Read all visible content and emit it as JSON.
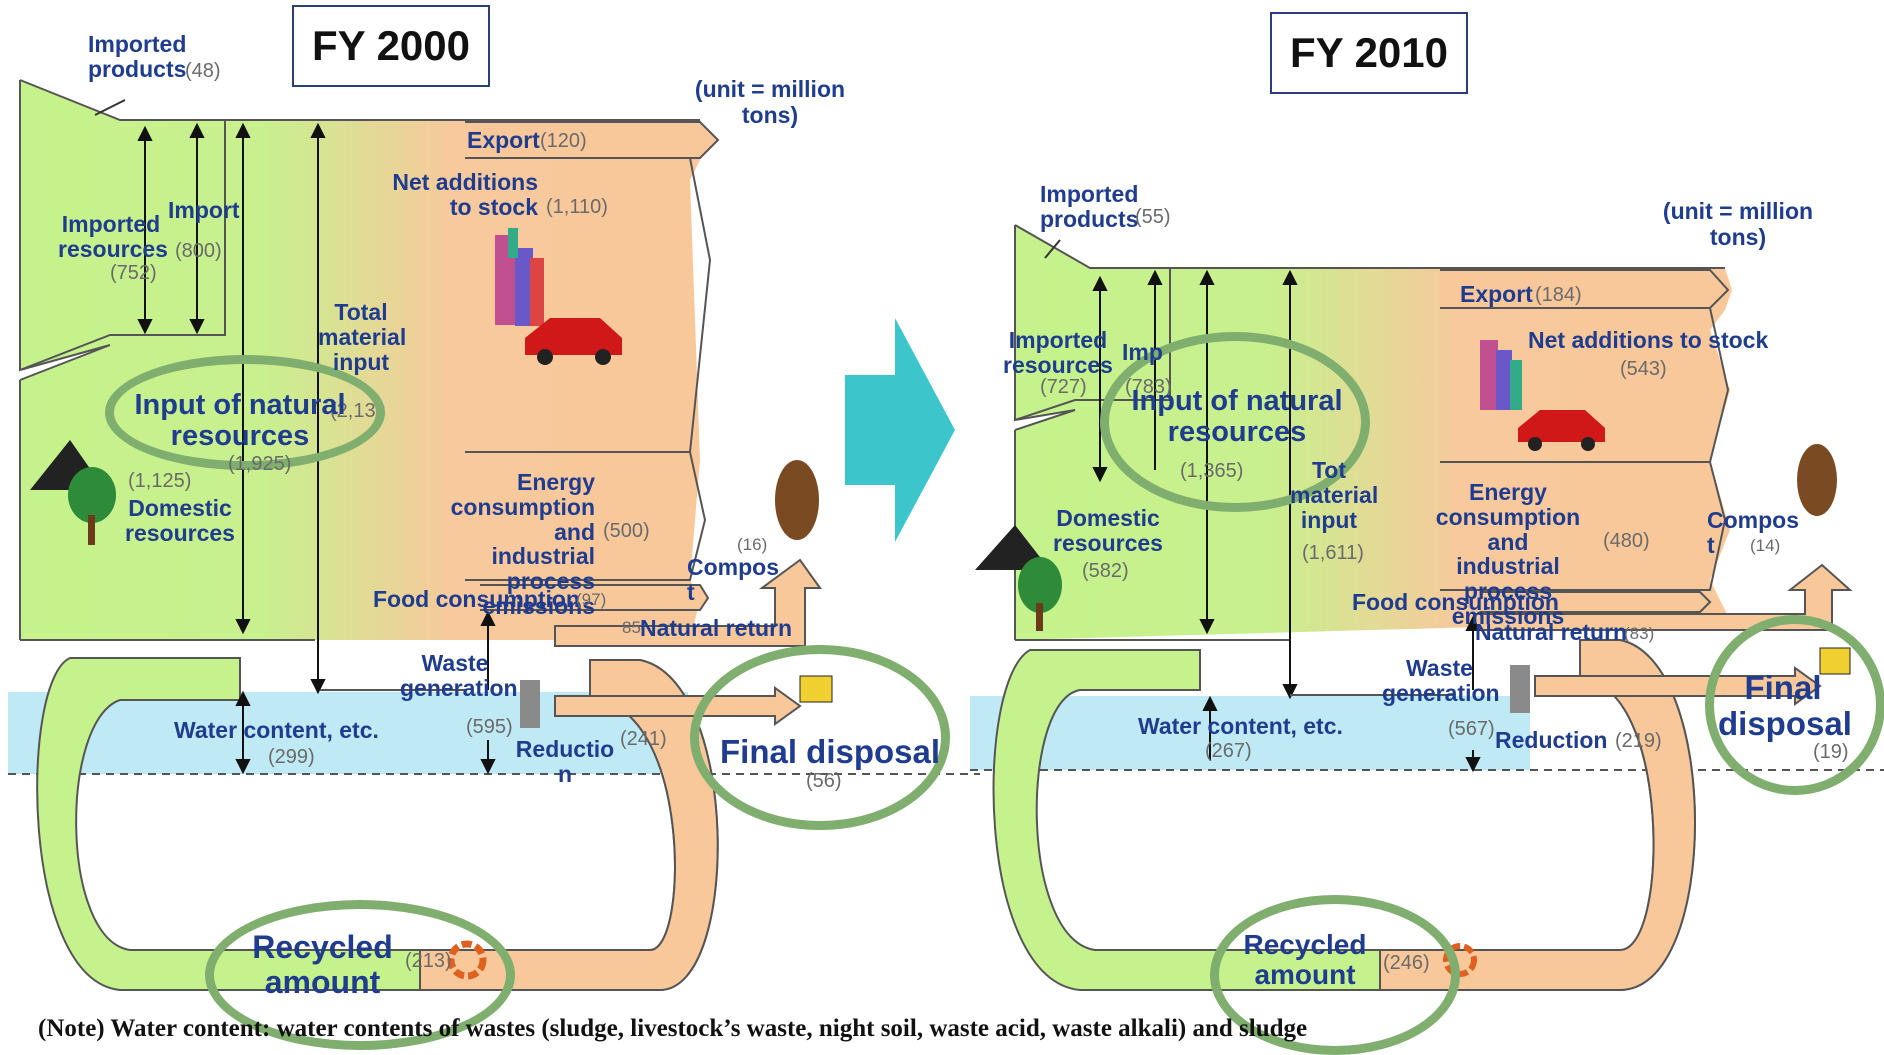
{
  "fy2000": {
    "title": "FY 2000",
    "unit": "(unit = million\ntons)",
    "imported_products": "Imported\nproducts",
    "imported_products_val": "(48)",
    "imported_resources": "Imported\nresources",
    "imported_resources_val": "(752)",
    "import": "Import",
    "import_val": "(800)",
    "total_material_input": "Total\nmaterial\ninput",
    "total_material_input_val": "(2,13",
    "input_natural": "Input of natural\nresources",
    "input_natural_val": "(1,925)",
    "domestic_val": "(1,125)",
    "domestic": "Domestic\nresources",
    "export": "Export",
    "export_val": "(120)",
    "net_additions": "Net additions\nto stock",
    "net_additions_val": "(1,110)",
    "energy": "Energy\nconsumption and\nindustrial process\nemissions",
    "energy_val": "(500)",
    "food": "Food consumption",
    "food_val": "(97)",
    "compost": "Compos\nt",
    "compost_val": "(16)",
    "natural_return_val": "85",
    "natural_return": "Natural return",
    "waste_generation": "Waste\ngeneration",
    "waste_generation_val": "(595)",
    "water_content": "Water content, etc.",
    "water_content_val": "(299)",
    "reduction": "Reductio\nn",
    "reduction_val": "(241)",
    "final_disposal": "Final disposal",
    "final_disposal_val": "(56)",
    "recycled": "Recycled\namount",
    "recycled_val": "(213)"
  },
  "fy2010": {
    "title": "FY 2010",
    "unit": "(unit = million\ntons)",
    "imported_products": "Imported\nproducts",
    "imported_products_val": "(55)",
    "imported_resources": "Imported\nresources",
    "imported_resources_val": "(727)",
    "import": "Imp",
    "import_val": "(783)",
    "input_natural": "Input of natural\nresources",
    "input_natural_val": "(1,365)",
    "total_material_input": "Tot\nmaterial\ninput",
    "total_material_input_val": "(1,611)",
    "domestic": "Domestic\nresources",
    "domestic_val": "(582)",
    "export": "Export",
    "export_val": "(184)",
    "net_additions": "Net additions to stock",
    "net_additions_val": "(543)",
    "energy": "Energy\nconsumption and\nindustrial\nprocess\nemissions",
    "energy_val": "(480)",
    "compost": "Compos\nt",
    "compost_val": "(14)",
    "food": "Food consumption",
    "natural_return": "Natural return",
    "natural_return_val": "(83)",
    "waste_generation": "Waste\ngeneration",
    "waste_generation_val": "(567)",
    "water_content": "Water content, etc.",
    "water_content_val": "(267)",
    "reduction": "Reduction",
    "reduction_val": "(219)",
    "final_disposal": "Final\ndisposal",
    "final_disposal_val": "(19)",
    "recycled": "Recycled\namount",
    "recycled_val": "(246)"
  },
  "note": "(Note)  Water content: water contents of wastes (sludge, livestock’s waste, night soil, waste acid, waste alkali) and sludge",
  "colors": {
    "green": "#c5f28c",
    "orange": "#f8c89a",
    "arrow": "#3cc6cc",
    "ellipse": "#7fae6e",
    "text": "#1f3c8f",
    "water": "#bfeaf5"
  }
}
